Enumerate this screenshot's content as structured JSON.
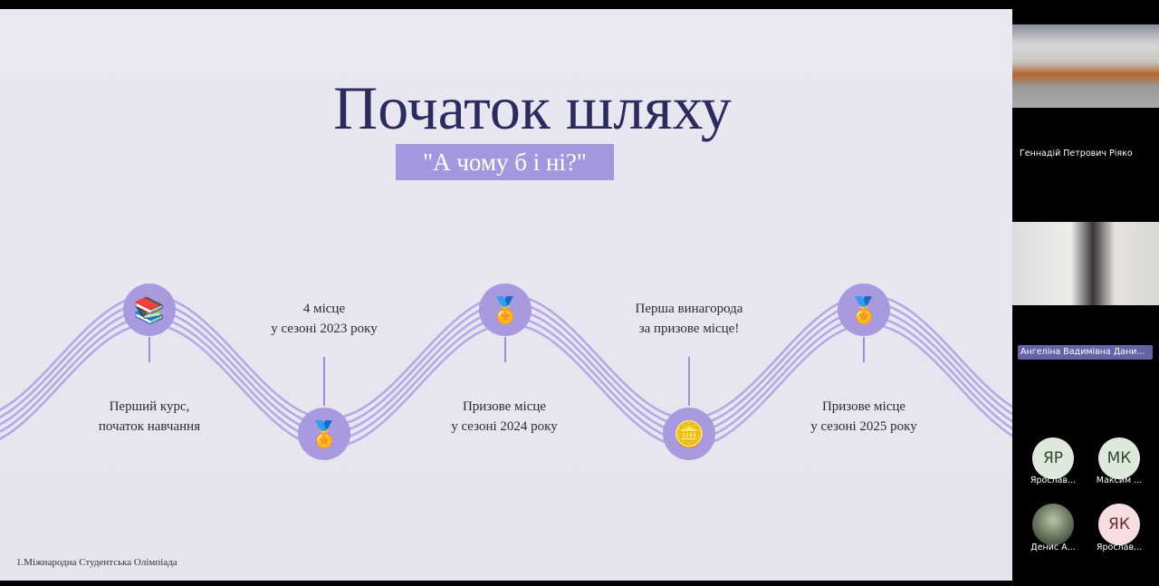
{
  "slide": {
    "title": "Початок шляху",
    "subtitle": "\"А чому б і ні?\"",
    "footer": "1.Міжнародна Студентська Олімпіада",
    "accent": "#a99ae0",
    "milestones": [
      {
        "icon": "books-icon",
        "glyph": "📚",
        "lines": [
          "Перший курс,",
          "початок навчання"
        ]
      },
      {
        "icon": "fourth-place-medal-icon",
        "glyph": "🏅",
        "lines": [
          "4 місце",
          "у сезоні 2023 року"
        ]
      },
      {
        "icon": "medal-icon",
        "glyph": "🏅",
        "lines": [
          "Призове місце",
          "у сезоні 2024 року"
        ]
      },
      {
        "icon": "coins-icon",
        "glyph": "🪙",
        "lines": [
          "Перша винагорода",
          "за призове місце!"
        ]
      },
      {
        "icon": "medal-icon",
        "glyph": "🏅",
        "lines": [
          "Призове місце",
          "у сезоні 2025 року"
        ]
      }
    ]
  },
  "participants": {
    "presenter_name": "Геннадій Петрович Ріяко",
    "speaker_name": "Ангеліна Вадимівна Дани...",
    "others": [
      {
        "initials": "ЯР",
        "name": "Ярослав...",
        "bg": "#dfe8dc",
        "fg": "#2d4a2d"
      },
      {
        "initials": "МК",
        "name": "Максим ...",
        "bg": "#dfe8dc",
        "fg": "#2d4a2d"
      },
      {
        "initials": "",
        "name": "Денис А...",
        "bg": "#556050",
        "fg": "#fff"
      },
      {
        "initials": "ЯК",
        "name": "Ярослав...",
        "bg": "#f6dde0",
        "fg": "#6b2a35"
      }
    ]
  }
}
